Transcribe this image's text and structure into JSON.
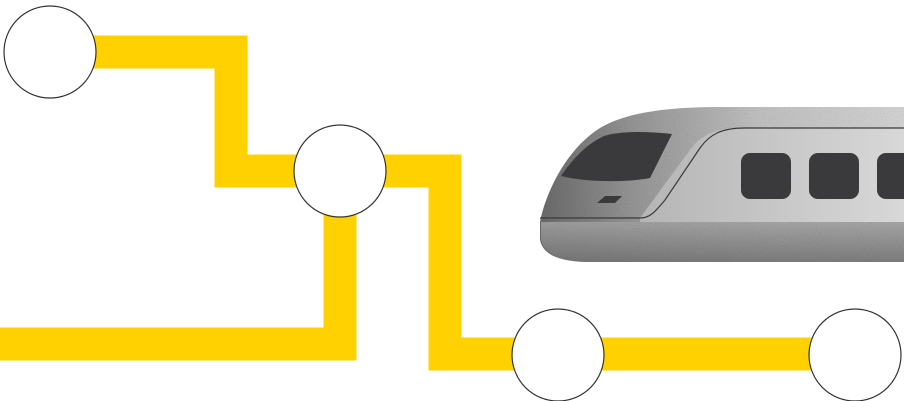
{
  "colors": {
    "background": "#ffffff",
    "route_line": "#FFD100",
    "station_fill": "#ffffff",
    "station_stroke": "#333333",
    "train_body_light": "#c9c9c9",
    "train_body_dark": "#7d7d7d",
    "train_window": "#3a3a3c"
  },
  "icons": {
    "route": "route-line",
    "station": "station-circle",
    "train": "high-speed-train"
  }
}
